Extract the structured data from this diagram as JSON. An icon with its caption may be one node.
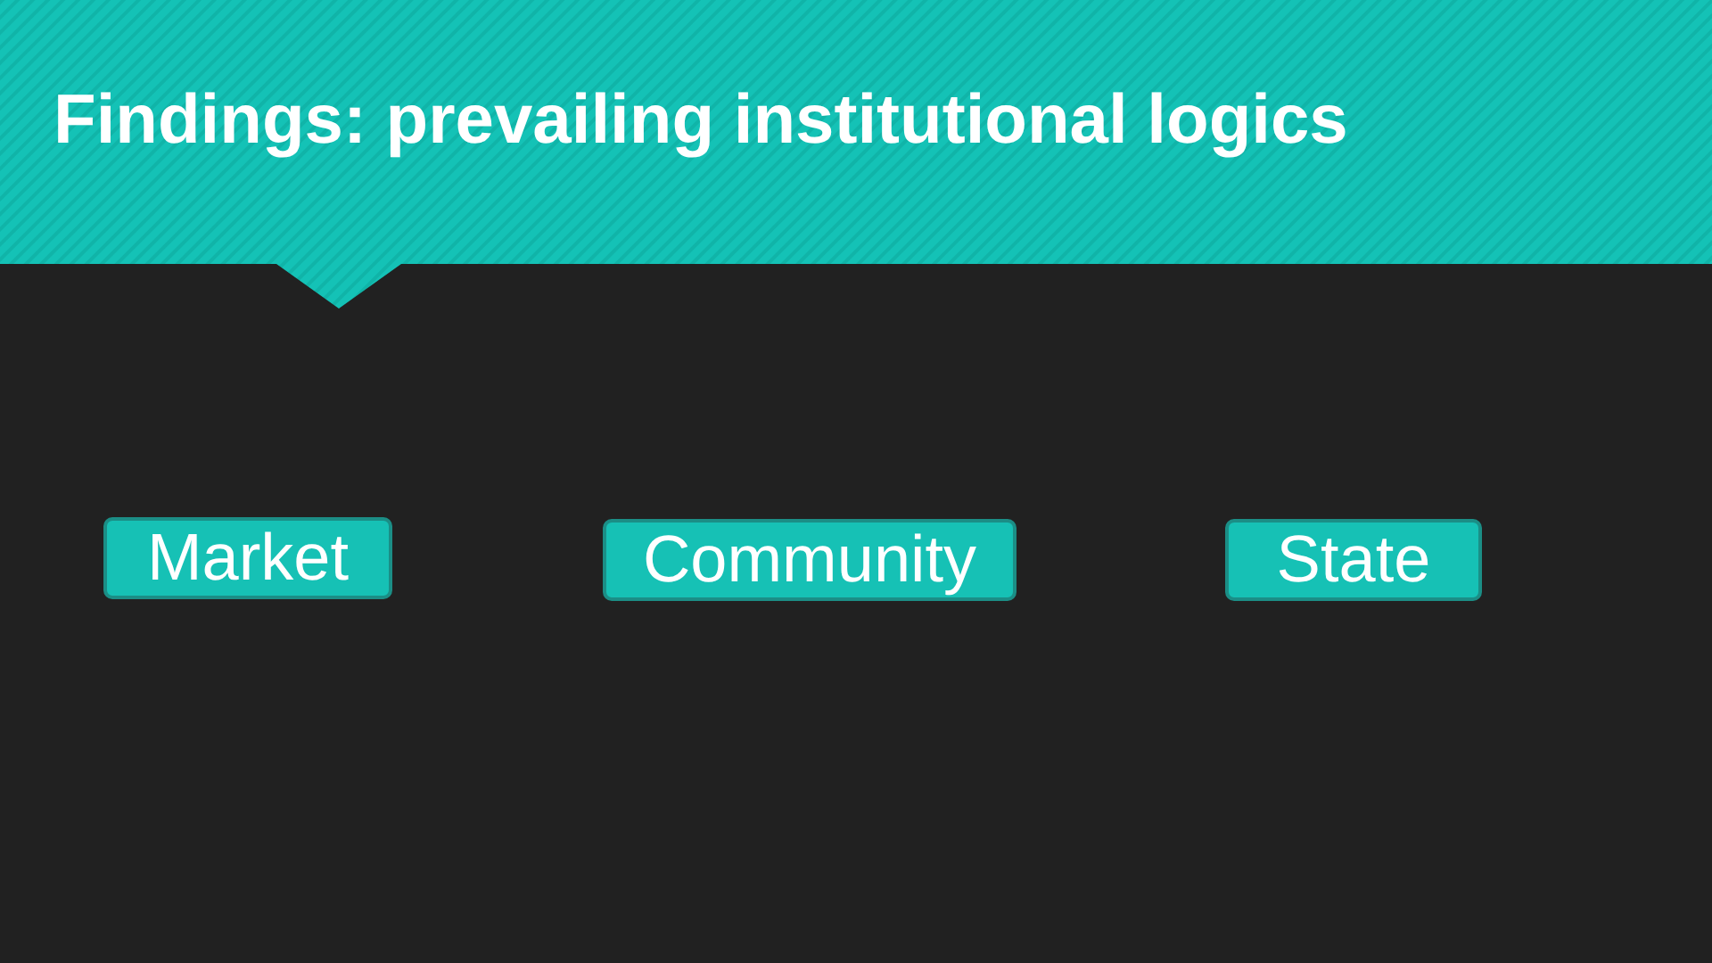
{
  "diagram": {
    "title": "Findings: prevailing institutional logics",
    "nodes": [
      {
        "text": [
          "Market"
        ]
      },
      {
        "text": [
          "Community"
        ]
      },
      {
        "text": [
          "State"
        ]
      }
    ]
  }
}
